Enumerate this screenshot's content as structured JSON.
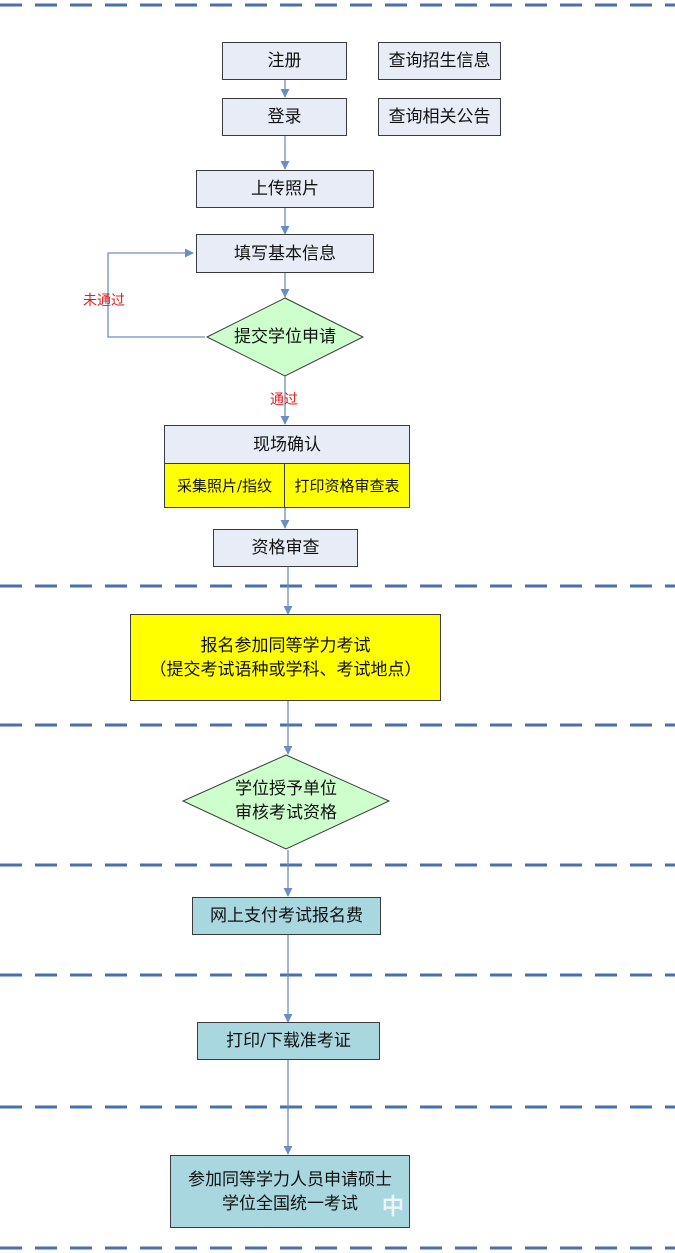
{
  "nodes": {
    "register": "注册",
    "login": "登录",
    "query_admission": "查询招生信息",
    "query_notice": "查询相关公告",
    "upload_photo": "上传照片",
    "fill_info": "填写基本信息",
    "submit_application": "提交学位申请",
    "onsite_confirm": "现场确认",
    "collect_photo_fingerprint": "采集照片/指纹",
    "print_review_form": "打印资格审查表",
    "qualification_review": "资格审查",
    "exam_signup_line1": "报名参加同等学力考试",
    "exam_signup_line2": "（提交考试语种或学科、考试地点）",
    "unit_review_line1": "学位授予单位",
    "unit_review_line2": "审核考试资格",
    "pay_fee": "网上支付考试报名费",
    "print_ticket": "打印/下载准考证",
    "final_exam_line1": "参加同等学力人员申请硕士",
    "final_exam_line2": "学位全国统一考试"
  },
  "edge_labels": {
    "not_passed": "未通过",
    "passed": "通过"
  },
  "watermark": "中",
  "colors": {
    "lavender_box": "#e8ecf7",
    "yellow_box": "#ffff00",
    "teal_box": "#a9d7df",
    "diamond_fill": "#ccffcc",
    "dash_line": "#4a6fad",
    "arrow": "#6d8ec4",
    "red_label": "#e0201f"
  }
}
